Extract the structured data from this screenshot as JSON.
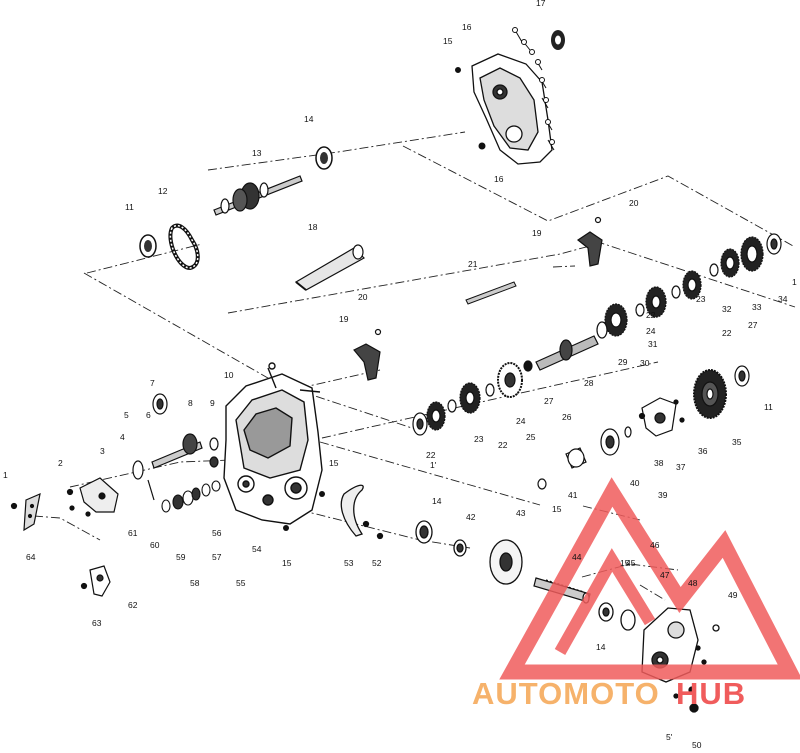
{
  "labels": [
    {
      "n": "1",
      "t": "1"
    },
    {
      "n": "2",
      "t": "2"
    },
    {
      "n": "3",
      "t": "3"
    },
    {
      "n": "4",
      "t": "4"
    },
    {
      "n": "5",
      "t": "5"
    },
    {
      "n": "6",
      "t": "6"
    },
    {
      "n": "7",
      "t": "7"
    },
    {
      "n": "8",
      "t": "8"
    },
    {
      "n": "9",
      "t": "9"
    },
    {
      "n": "10",
      "t": "10"
    },
    {
      "n": "11a",
      "t": "11"
    },
    {
      "n": "11b",
      "t": "11"
    },
    {
      "n": "11c",
      "t": "1'"
    },
    {
      "n": "12",
      "t": "12"
    },
    {
      "n": "13",
      "t": "13"
    },
    {
      "n": "14a",
      "t": "14"
    },
    {
      "n": "14b",
      "t": "14"
    },
    {
      "n": "14c",
      "t": "14"
    },
    {
      "n": "15a",
      "t": "15"
    },
    {
      "n": "15b",
      "t": "15"
    },
    {
      "n": "15c",
      "t": "15"
    },
    {
      "n": "15d",
      "t": "15"
    },
    {
      "n": "15e",
      "t": "15"
    },
    {
      "n": "16a",
      "t": "16"
    },
    {
      "n": "16b",
      "t": "16"
    },
    {
      "n": "17a",
      "t": "17"
    },
    {
      "n": "17b",
      "t": "1"
    },
    {
      "n": "18",
      "t": "18"
    },
    {
      "n": "19a",
      "t": "19"
    },
    {
      "n": "19b",
      "t": "19"
    },
    {
      "n": "20a",
      "t": "20"
    },
    {
      "n": "20b",
      "t": "20"
    },
    {
      "n": "21",
      "t": "21"
    },
    {
      "n": "22a",
      "t": "22"
    },
    {
      "n": "22b",
      "t": "22"
    },
    {
      "n": "22c",
      "t": "22"
    },
    {
      "n": "22d",
      "t": "22"
    },
    {
      "n": "23a",
      "t": "23"
    },
    {
      "n": "23b",
      "t": "23"
    },
    {
      "n": "24a",
      "t": "24"
    },
    {
      "n": "24b",
      "t": "24"
    },
    {
      "n": "25",
      "t": "25"
    },
    {
      "n": "26",
      "t": "26"
    },
    {
      "n": "27a",
      "t": "27"
    },
    {
      "n": "27b",
      "t": "27"
    },
    {
      "n": "28",
      "t": "28"
    },
    {
      "n": "29",
      "t": "29"
    },
    {
      "n": "30",
      "t": "30"
    },
    {
      "n": "31",
      "t": "31"
    },
    {
      "n": "32",
      "t": "32"
    },
    {
      "n": "33",
      "t": "33"
    },
    {
      "n": "34",
      "t": "34"
    },
    {
      "n": "35",
      "t": "35"
    },
    {
      "n": "36",
      "t": "36"
    },
    {
      "n": "37",
      "t": "37"
    },
    {
      "n": "38",
      "t": "38"
    },
    {
      "n": "39",
      "t": "39"
    },
    {
      "n": "40",
      "t": "40"
    },
    {
      "n": "41",
      "t": "41"
    },
    {
      "n": "42",
      "t": "42"
    },
    {
      "n": "43",
      "t": "43"
    },
    {
      "n": "44",
      "t": "44"
    },
    {
      "n": "45",
      "t": "45"
    },
    {
      "n": "46",
      "t": "46"
    },
    {
      "n": "47",
      "t": "47"
    },
    {
      "n": "48",
      "t": "48"
    },
    {
      "n": "49",
      "t": "49"
    },
    {
      "n": "50",
      "t": "50"
    },
    {
      "n": "51",
      "t": "5'"
    },
    {
      "n": "52",
      "t": "52"
    },
    {
      "n": "53",
      "t": "53"
    },
    {
      "n": "54",
      "t": "54"
    },
    {
      "n": "55",
      "t": "55"
    },
    {
      "n": "56",
      "t": "56"
    },
    {
      "n": "57",
      "t": "57"
    },
    {
      "n": "58",
      "t": "58"
    },
    {
      "n": "59",
      "t": "59"
    },
    {
      "n": "60",
      "t": "60"
    },
    {
      "n": "61",
      "t": "61"
    },
    {
      "n": "62",
      "t": "62"
    },
    {
      "n": "63",
      "t": "63"
    },
    {
      "n": "64",
      "t": "64"
    }
  ],
  "watermark": {
    "text_a": "AUTOMOTO",
    "text_b": "HUB",
    "color_primary": "#f05c5c",
    "color_secondary": "#f6b26b"
  }
}
